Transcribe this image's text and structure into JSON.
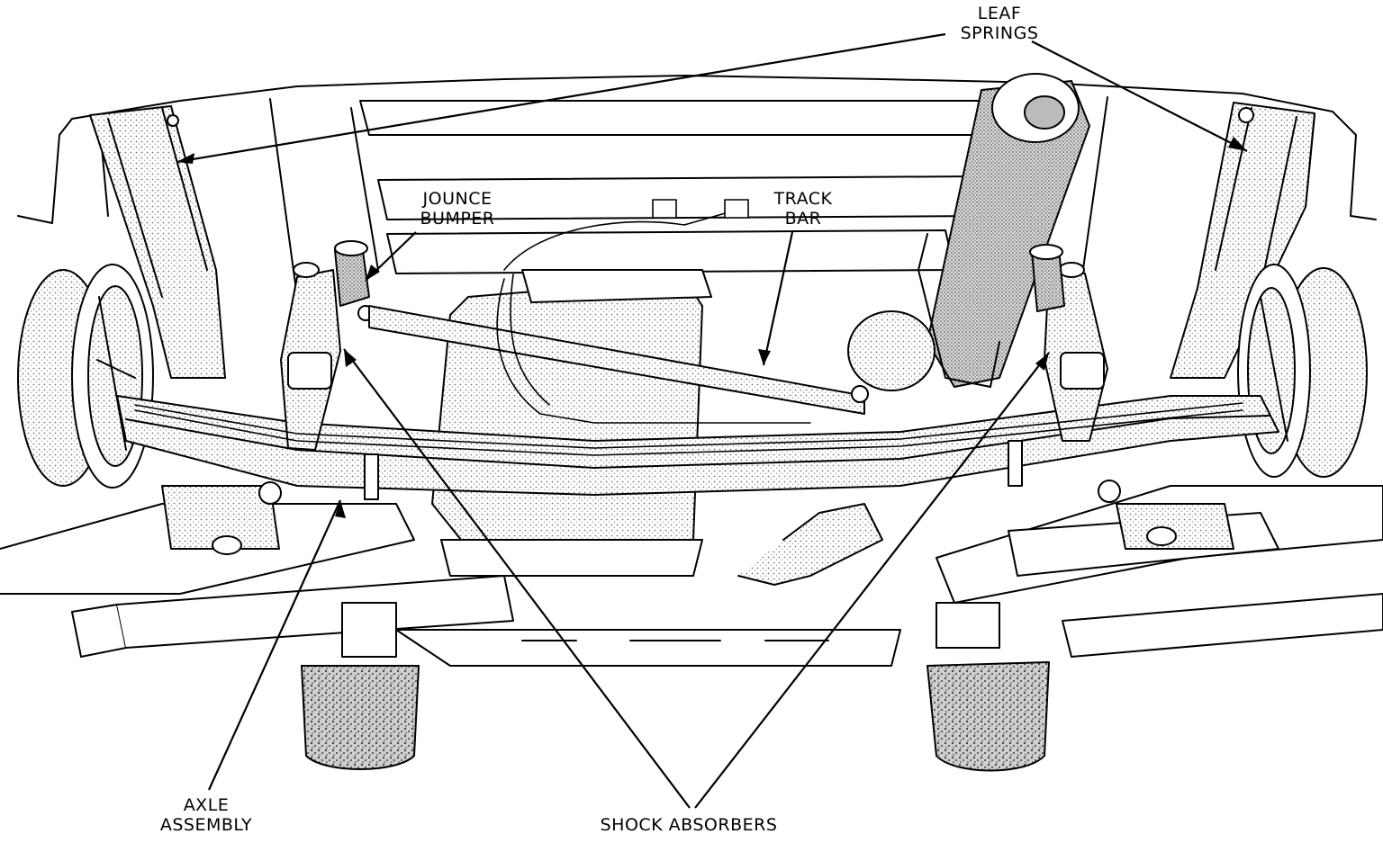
{
  "labels": {
    "leaf_springs": [
      "LEAF",
      "SPRINGS"
    ],
    "jounce_bumper": [
      "JOUNCE",
      "BUMPER"
    ],
    "track_bar": [
      "TRACK",
      "BAR"
    ],
    "axle_assembly": [
      "AXLE",
      "ASSEMBLY"
    ],
    "shock_absorbers": "SHOCK ABSORBERS"
  },
  "colors": {
    "line": "#000000",
    "background": "#ffffff",
    "shading": "#bdbdbd"
  }
}
